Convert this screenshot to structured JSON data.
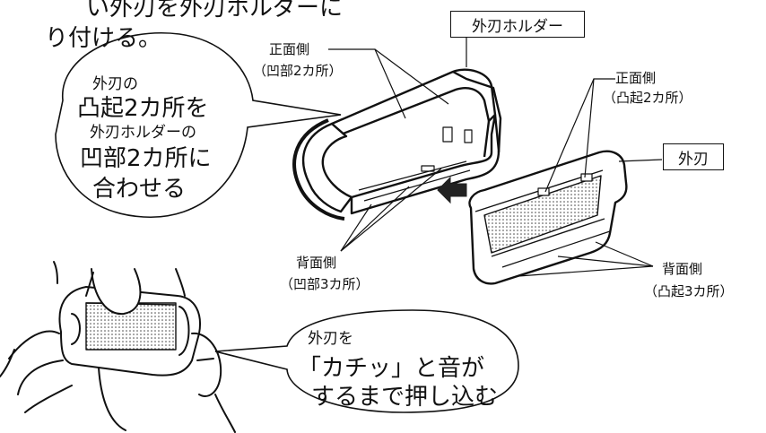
{
  "heading": {
    "line1": "い外刃を外刃ホルダーに",
    "line2": "り付ける。"
  },
  "holder": {
    "name": "外刃ホルダー",
    "front": {
      "label": "正面側",
      "detail": "（凹部2カ所）"
    },
    "back": {
      "label": "背面側",
      "detail": "（凹部3カ所）"
    }
  },
  "blade": {
    "name": "外刃",
    "front": {
      "label": "正面側",
      "detail": "（凸起2カ所）"
    },
    "back": {
      "label": "背面側",
      "detail": "（凸起3カ所）"
    }
  },
  "bubble1": {
    "line1": "外刃の",
    "line2": "凸起2カ所を",
    "line3": "外刃ホルダーの",
    "line4": "凹部2カ所に",
    "line5": "合わせる"
  },
  "bubble2": {
    "line1": "外刃を",
    "line2": "「カチッ」と音が",
    "line3": "するまで押し込む"
  },
  "colors": {
    "ink": "#111111",
    "hatch": "#555555",
    "arrow": "#222222"
  }
}
